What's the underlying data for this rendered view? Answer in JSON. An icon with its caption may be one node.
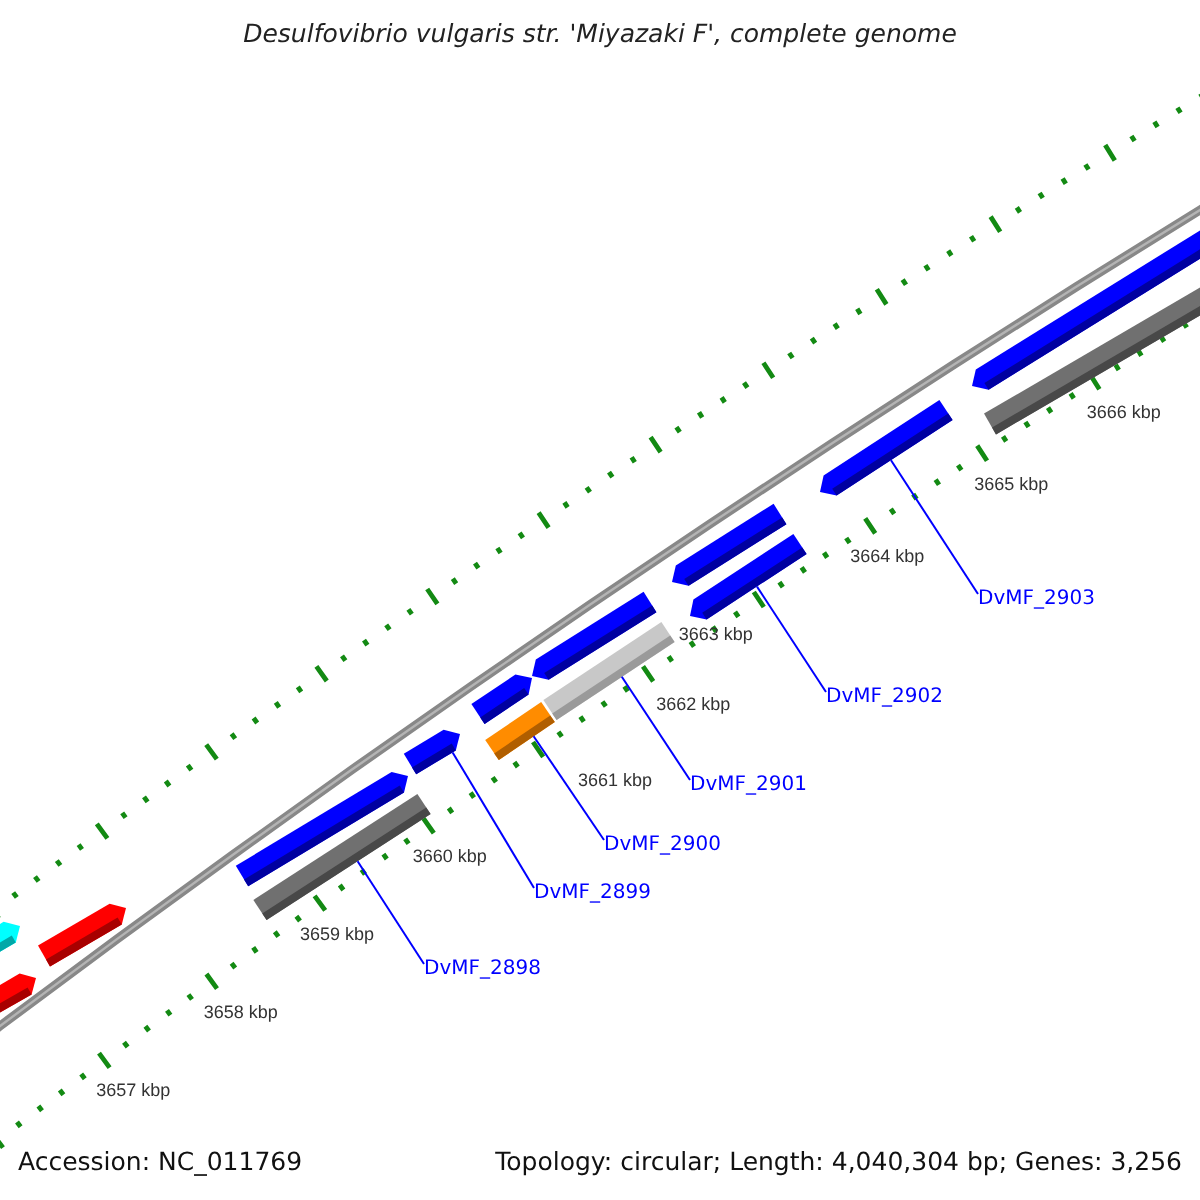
{
  "diagram": {
    "title": "Desulfovibrio vulgaris str. 'Miyazaki F', complete genome",
    "nodes": [
      {
        "text": [
          "DvMF_2898"
        ]
      },
      {
        "text": [
          "DvMF_2899"
        ]
      },
      {
        "text": [
          "DvMF_2900"
        ]
      },
      {
        "text": [
          "DvMF_2901"
        ]
      },
      {
        "text": [
          "DvMF_2902"
        ]
      },
      {
        "text": [
          "DvMF_2903"
        ]
      },
      {
        "text": [],
        "shape": "arrow"
      },
      {
        "text": [],
        "shape": "arrow"
      },
      {
        "text": [],
        "shape": "arrow"
      },
      {
        "text": [],
        "shape": "arrow"
      },
      {
        "text": [],
        "shape": "bar"
      },
      {
        "text": [],
        "shape": "arrow"
      },
      {
        "text": [],
        "shape": "arrow"
      },
      {
        "text": [],
        "shape": "bar"
      },
      {
        "text": [],
        "shape": "bar"
      },
      {
        "text": [],
        "shape": "arrow"
      },
      {
        "text": [],
        "shape": "arrow"
      },
      {
        "text": [],
        "shape": "arrow"
      },
      {
        "text": [],
        "shape": "arrow"
      },
      {
        "text": [],
        "shape": "arrow"
      },
      {
        "text": [],
        "shape": "bar"
      }
    ],
    "edges": [
      {
        "from": 0,
        "to": 10,
        "arrow": "none"
      },
      {
        "from": 1,
        "to": 11,
        "arrow": "none"
      },
      {
        "from": 2,
        "to": 13,
        "arrow": "none"
      },
      {
        "from": 3,
        "to": 14,
        "arrow": "none"
      },
      {
        "from": 4,
        "to": 17,
        "arrow": "none"
      },
      {
        "from": 5,
        "to": 18,
        "arrow": "none"
      }
    ],
    "labels": [
      "3657 kbp",
      "3658 kbp",
      "3659 kbp",
      "3660 kbp",
      "3661 kbp",
      "3662 kbp",
      "3663 kbp",
      "3664 kbp",
      "3665 kbp",
      "3666 kbp",
      "Accession: NC_011769",
      "Topology: circular; Length: 4,040,304 bp; Genes: 3,256"
    ]
  }
}
